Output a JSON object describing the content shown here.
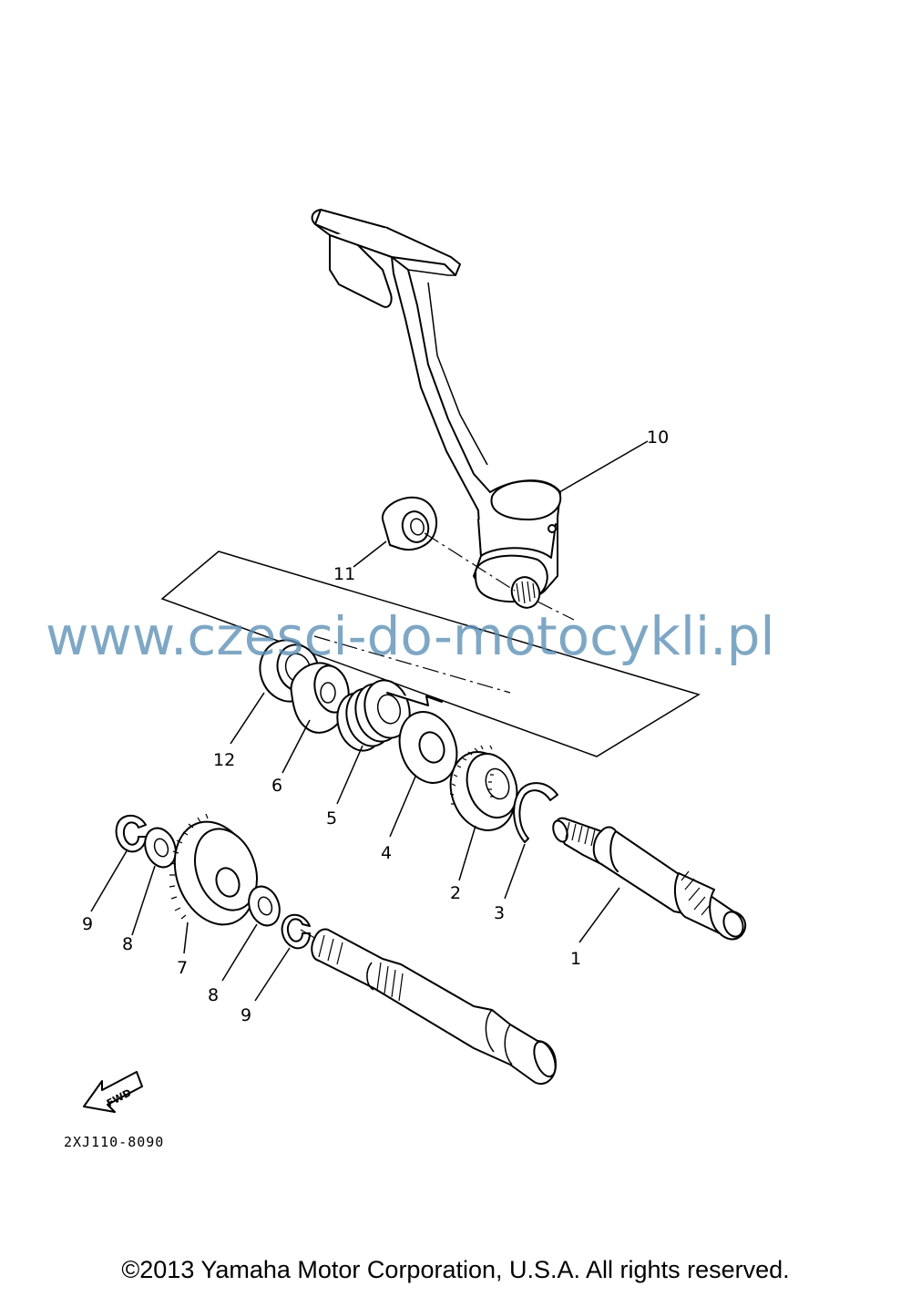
{
  "labels": {
    "p1": "1",
    "p2": "2",
    "p3": "3",
    "p4": "4",
    "p5": "5",
    "p6": "6",
    "p7": "7",
    "p8a": "8",
    "p8b": "8",
    "p9a": "9",
    "p9b": "9",
    "p10": "10",
    "p11": "11",
    "p12": "12"
  },
  "fwd_label": "FWD",
  "diagram_code": "2XJ110-8090",
  "watermark": "www.czesci-do-motocykli.pl",
  "copyright": "©2013 Yamaha Motor Corporation, U.S.A. All rights reserved."
}
